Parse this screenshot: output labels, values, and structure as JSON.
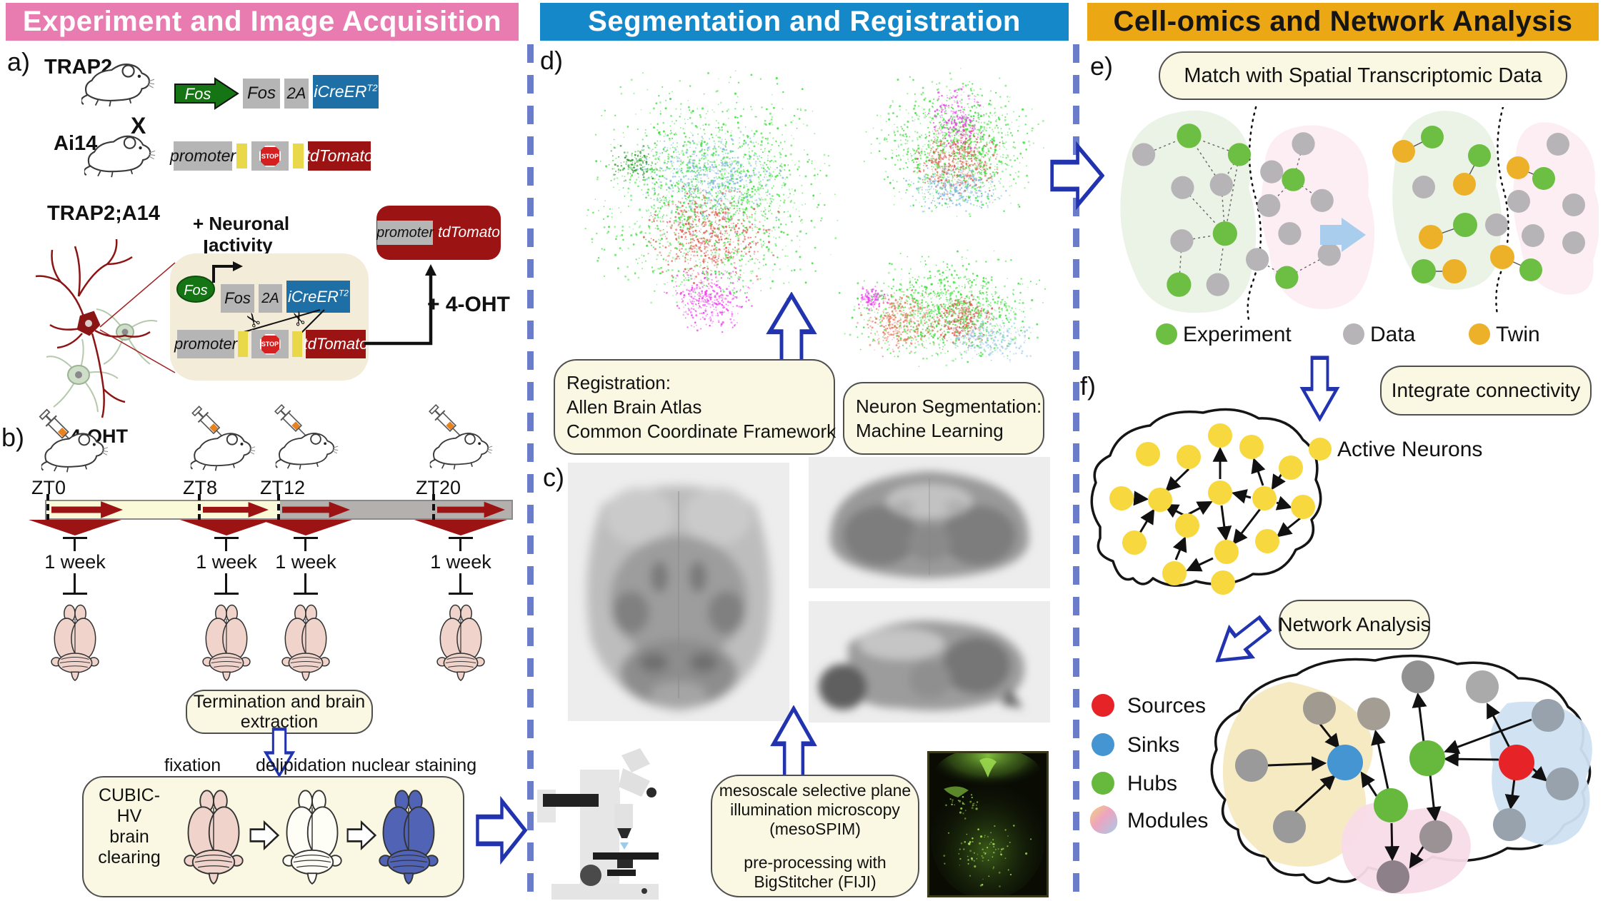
{
  "headers": {
    "left": {
      "title": "Experiment and Image Acquisition",
      "bg": "#e87bb0",
      "fg": "#ffffff"
    },
    "middle": {
      "title": "Segmentation and Registration",
      "bg": "#1488c8",
      "fg": "#ffffff"
    },
    "right": {
      "title": "Cell-omics and Network Analysis",
      "bg": "#eba714",
      "fg": "#151515"
    }
  },
  "panel_a": {
    "label": "a)",
    "trap2_label": "TRAP2",
    "cross": "X",
    "ai14_label": "Ai14",
    "trap2a14_label": "TRAP2;A14",
    "fos_promoter": "Fos",
    "fos_gene": "Fos",
    "p2a": "2A",
    "icreer_base": "iCreER",
    "icreer_sup": "T2",
    "promoter": "promoter",
    "stop": "STOP",
    "tdtomato": "tdTomato",
    "neuronal_activity_line1": "+ Neuronal",
    "neuronal_activity_line2": "activity",
    "plus_4oht": "+ 4-OHT",
    "result_promoter": "promoter",
    "result_tdtomato": "tdTomato"
  },
  "panel_b": {
    "label": "b)",
    "injection_label": "4-OHT",
    "timepoints": [
      "ZT0",
      "ZT8",
      "ZT12",
      "ZT20"
    ],
    "interval_labels": [
      "1 week",
      "1 week",
      "1 week",
      "1 week"
    ],
    "termination_line1": "Termination and brain",
    "termination_line2": "extraction",
    "clearing_line1": "CUBIC-HV",
    "clearing_line2": "brain",
    "clearing_line3": "clearing",
    "step_labels": [
      "fixation",
      "delipidation",
      "nuclear staining"
    ]
  },
  "panel_d": {
    "label": "d)",
    "registration_lines": [
      "Registration:",
      "Allen Brain Atlas",
      "Common Coordinate Framework"
    ],
    "segmentation_lines": [
      "Neuron Segmentation:",
      "Machine Learning"
    ]
  },
  "panel_c": {
    "label": "c)",
    "mesospim_lines": [
      "mesoscale selective plane",
      "illumination microscopy",
      "(mesoSPIM)"
    ],
    "preprocessing_lines": [
      "pre-processing with",
      "BigStitcher (FIJI)"
    ]
  },
  "panel_e": {
    "label": "e)",
    "match_title": "Match with Spatial Transcriptomic Data",
    "legend": [
      {
        "label": "Experiment",
        "color": "#6cbf43"
      },
      {
        "label": "Data",
        "color": "#b7b4b7"
      },
      {
        "label": "Twin",
        "color": "#edb129"
      }
    ]
  },
  "panel_f": {
    "label": "f)",
    "integrate_title": "Integrate connectivity",
    "active_neurons_label": "Active Neurons",
    "active_neuron_color": "#f7d83e",
    "network_title": "Network Analysis",
    "legend": [
      {
        "label": "Sources",
        "color": "#e62428"
      },
      {
        "label": "Sinks",
        "color": "#4495d1"
      },
      {
        "label": "Hubs",
        "color": "#66b93c"
      },
      {
        "label": "Modules",
        "color": "multicolor"
      }
    ]
  },
  "colors": {
    "dark_red": "#9b1313",
    "fos_green": "#157515",
    "construct_blue": "#1d6fa5",
    "loxp_yellow": "#e8d84a",
    "cream_box": "#faf8e2",
    "timeline_yellow": "#fafad8",
    "timeline_gray": "#b3b0ae",
    "flow_arrow_blue": "#2233b0",
    "divider_blue": "#6b7dc8",
    "brain_pink": "#f0d4cb",
    "brain_stained_blue": "#5063b4",
    "cloud_green": "#3ce03c",
    "cloud_red": "#e05a50",
    "cloud_magenta": "#ee3cee",
    "cloud_blue": "#85b8e8"
  }
}
